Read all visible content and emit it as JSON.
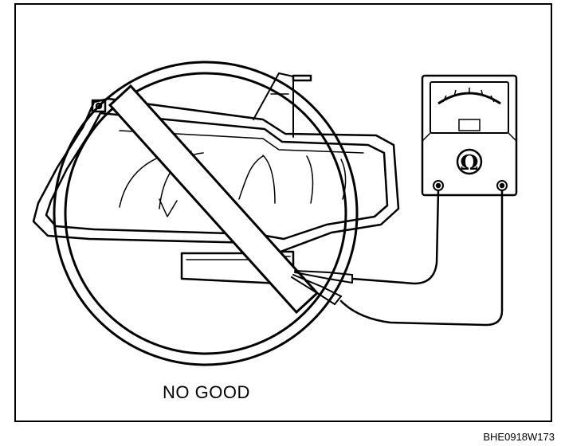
{
  "figure": {
    "caption": "NO GOOD",
    "code": "BHE0918W173",
    "meter_symbol": "Ω"
  }
}
